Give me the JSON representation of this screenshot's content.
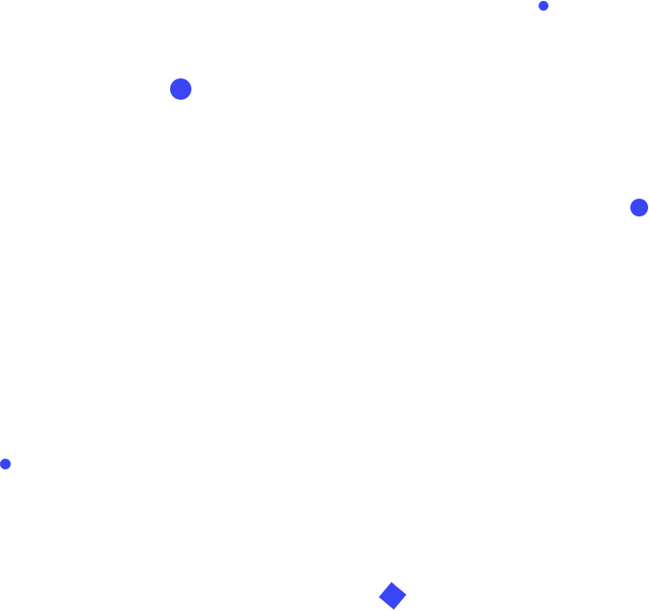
{
  "colors": {
    "shape_fill": "#3a45f6",
    "background": "#ffffff"
  },
  "shapes": [
    {
      "kind": "circle"
    },
    {
      "kind": "circle"
    },
    {
      "kind": "circle"
    },
    {
      "kind": "circle"
    },
    {
      "kind": "diamond"
    }
  ]
}
